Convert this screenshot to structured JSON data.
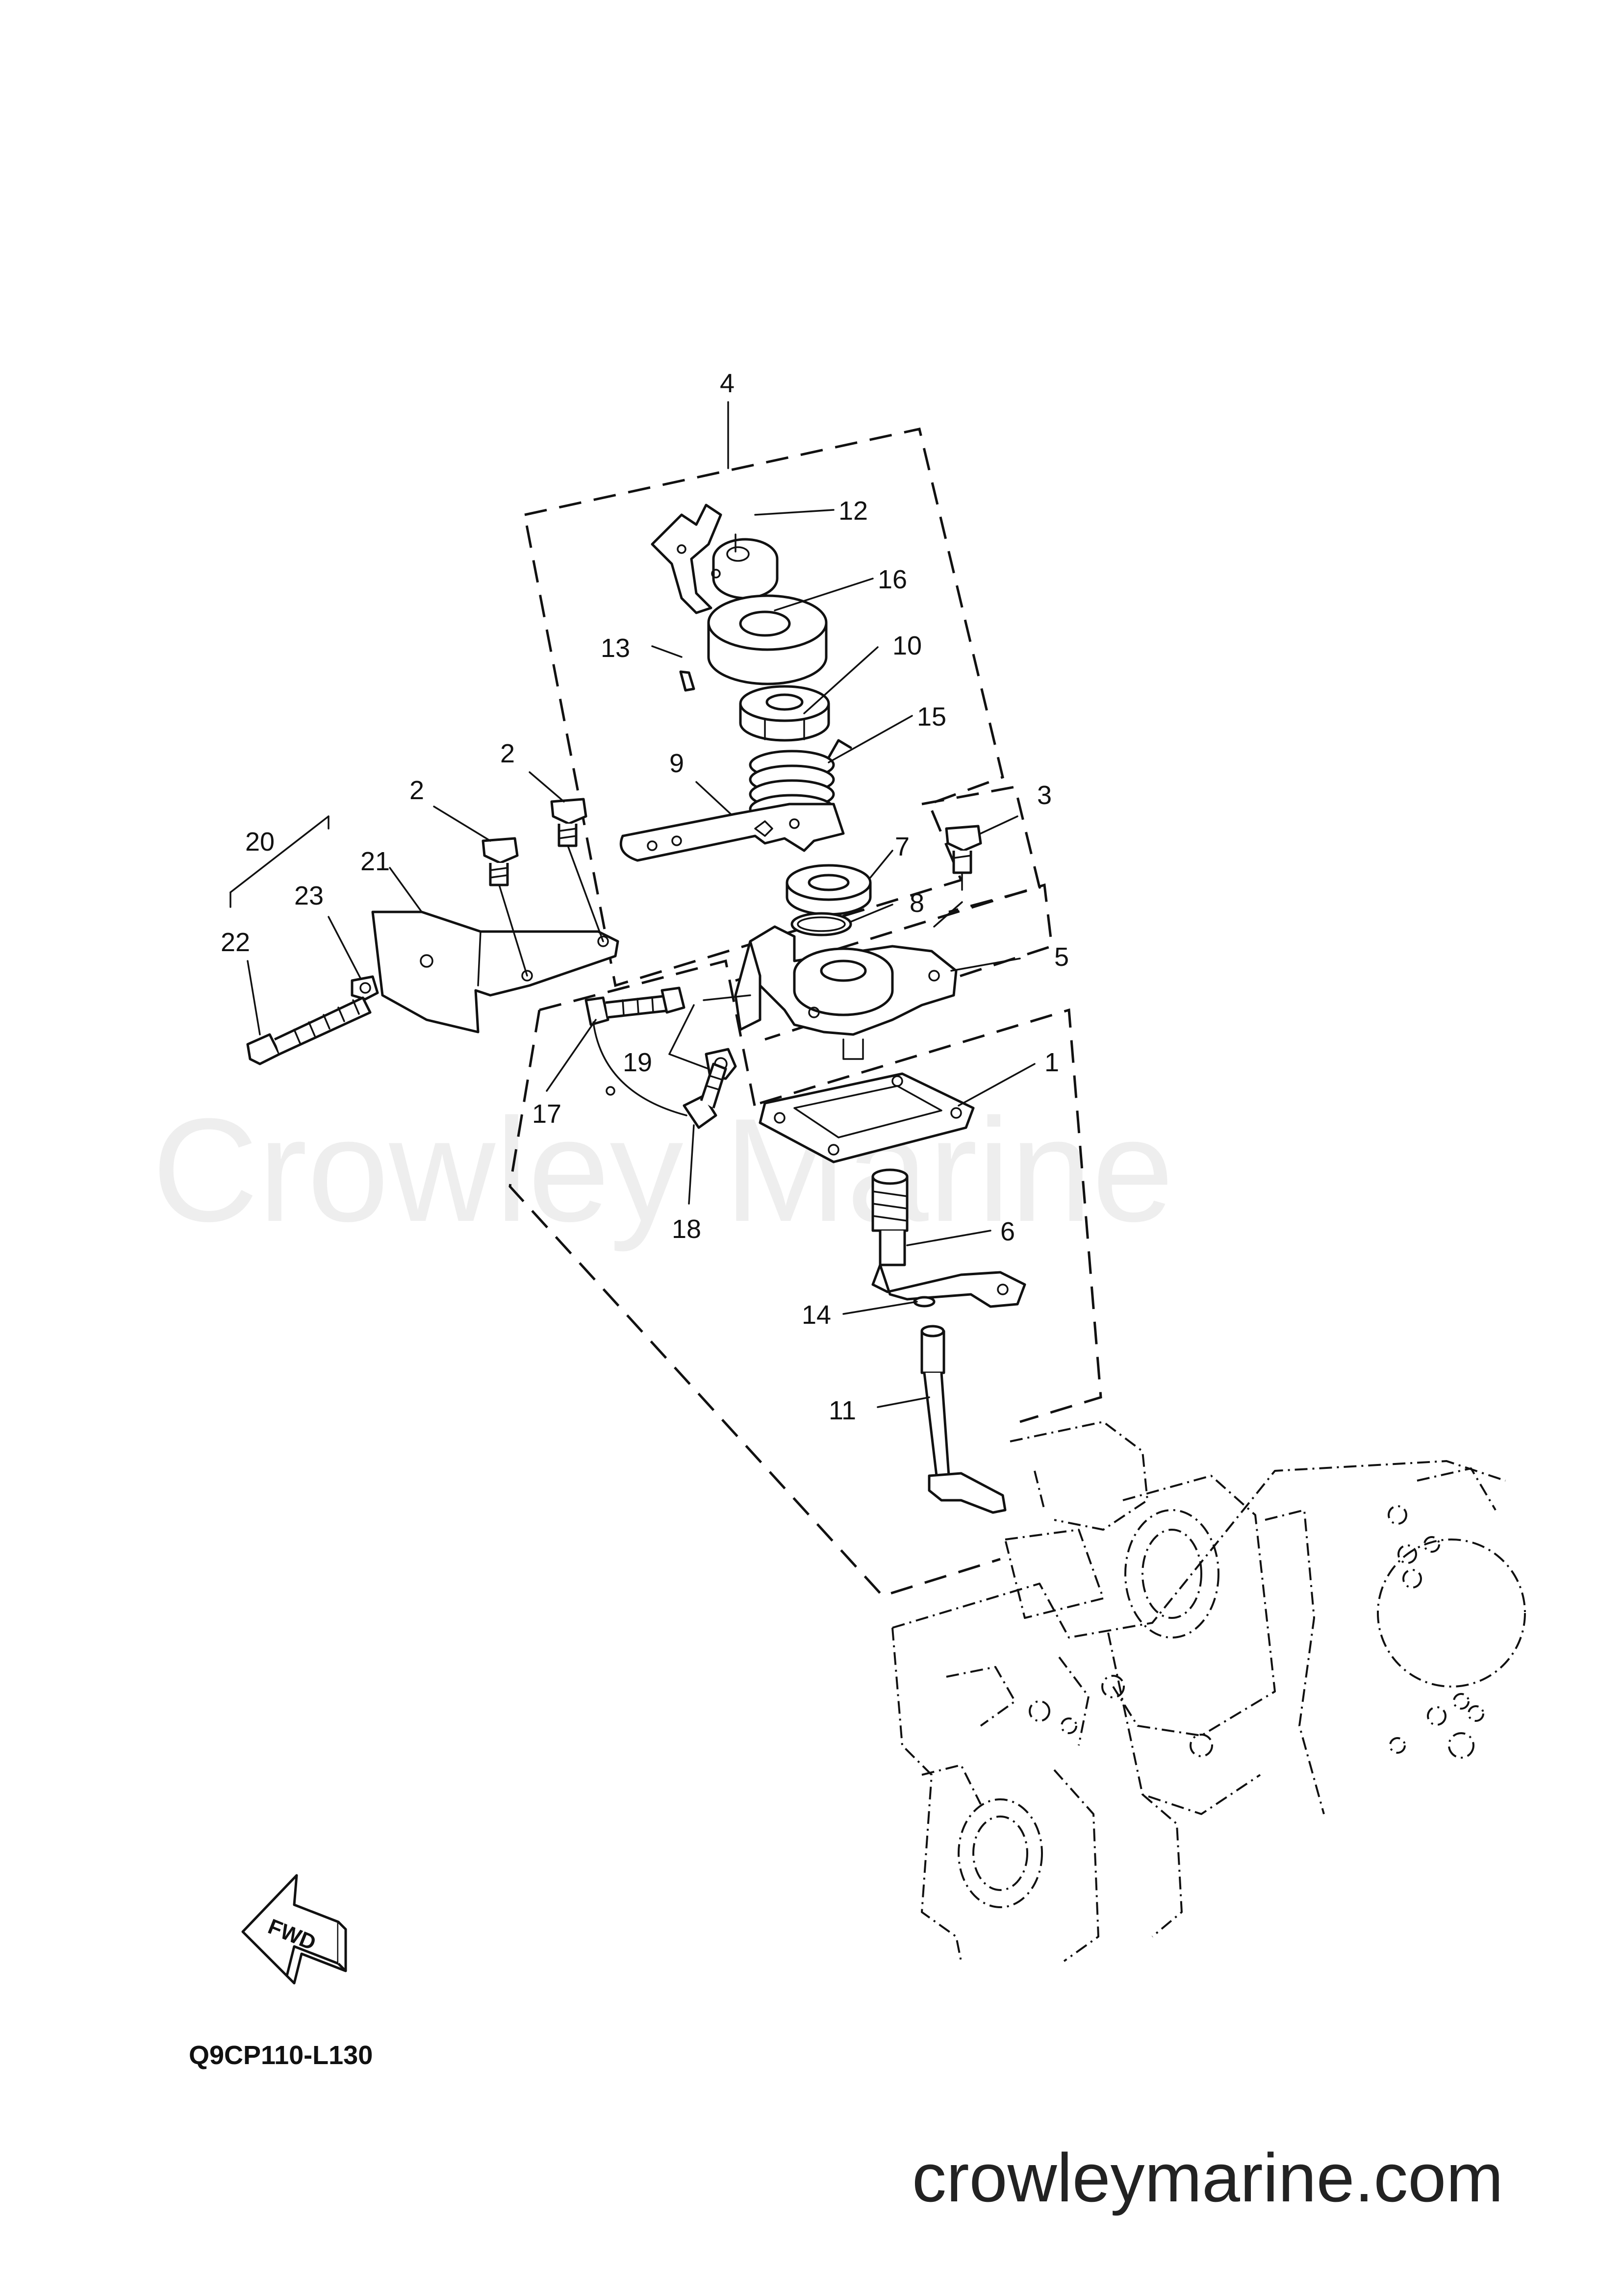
{
  "callouts": {
    "c1": "1",
    "c2a": "2",
    "c2b": "2",
    "c3": "3",
    "c4": "4",
    "c5": "5",
    "c6": "6",
    "c7": "7",
    "c8": "8",
    "c9": "9",
    "c10": "10",
    "c11": "11",
    "c12": "12",
    "c13": "13",
    "c14": "14",
    "c15": "15",
    "c16": "16",
    "c17": "17",
    "c18": "18",
    "c19": "19",
    "c20": "20",
    "c21": "21",
    "c22": "22",
    "c23": "23"
  },
  "fwd_arrow": {
    "label": "FWD",
    "icon": "forward-arrow-icon"
  },
  "diagram_code": "Q9CP110-L130",
  "watermark": "Crowley Marine",
  "site_url": "crowleymarine.com"
}
